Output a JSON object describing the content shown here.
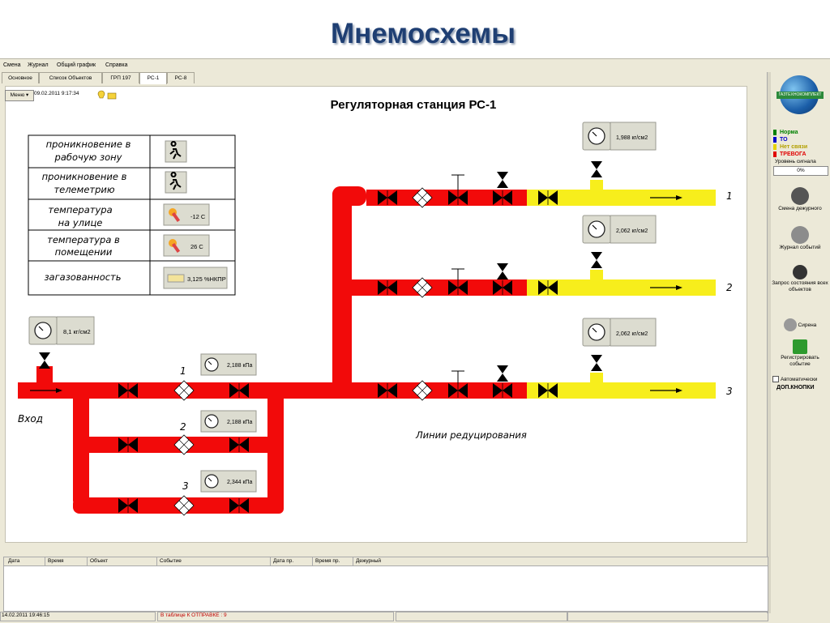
{
  "slide_title": "Мнемосхемы",
  "menu": [
    "Смена",
    "Журнал",
    "Общий график",
    "Справка"
  ],
  "tabs": [
    "Основное",
    "Список Объектов",
    "ГРП 197",
    "РС-1",
    "РС-8"
  ],
  "toolbar": {
    "menu_label": "Меню ▾",
    "datetime": "09.02.2011 9:17:34"
  },
  "diagram": {
    "title": "Регуляторная станция РС-1",
    "sensors": [
      {
        "label_line1": "проникновение в",
        "label_line2": "рабочую зону",
        "value": ""
      },
      {
        "label_line1": "проникновение в",
        "label_line2": "телеметрию",
        "value": ""
      },
      {
        "label_line1": "температура",
        "label_line2": "на улице",
        "value": "-12 С"
      },
      {
        "label_line1": "температура в",
        "label_line2": "помещении",
        "value": "26 С"
      },
      {
        "label_line1": "загазованность",
        "label_line2": "",
        "value": "3,125 %НКПР"
      }
    ],
    "inlet_pressure": "8,1 кг/см2",
    "inlet_label": "Вход",
    "reducing_label": "Линии редуцирования",
    "inlet_lines": [
      {
        "num": "1",
        "pressure": "2,188 кПа"
      },
      {
        "num": "2",
        "pressure": "2,188 кПа"
      },
      {
        "num": "3",
        "pressure": "2,344 кПа"
      }
    ],
    "outlet_lines": [
      {
        "num": "1",
        "pressure": "1,988 кг/см2"
      },
      {
        "num": "2",
        "pressure": "2,062 кг/см2"
      },
      {
        "num": "3",
        "pressure": "2,062 кг/см2"
      }
    ]
  },
  "right_panel": {
    "logo_text": "ГАЗТЕХНОКОМПЛЕКТ",
    "legend": [
      {
        "label": "Норма",
        "color": "#008000"
      },
      {
        "label": "ТО",
        "color": "#0000cc"
      },
      {
        "label": "Нет связи",
        "color": "#e6d200"
      },
      {
        "label": "ТРЕВОГА",
        "color": "#e00000"
      }
    ],
    "signal_label": "Уровень сигнала",
    "signal_value": "0%",
    "buttons": [
      "Смена дежурного",
      "Журнал событий",
      "Запрос состояния всех объектов",
      "Сирена",
      "Регистрировать событие"
    ],
    "auto_label": "Автоматически",
    "extra_label": "ДОП.КНОПКИ"
  },
  "grid_headers": [
    "Дата",
    "Время",
    "Объект",
    "Событие",
    "Дата пр.",
    "Время пр.",
    "Дежурный"
  ],
  "status": {
    "datetime": "14.02.2011 19:46:15",
    "queue": "В таблице К ОТПРАВКЕ : 9"
  },
  "colors": {
    "pipe_high": "#f20a0a",
    "pipe_low": "#f7ee1c",
    "title": "#1f3f73"
  }
}
